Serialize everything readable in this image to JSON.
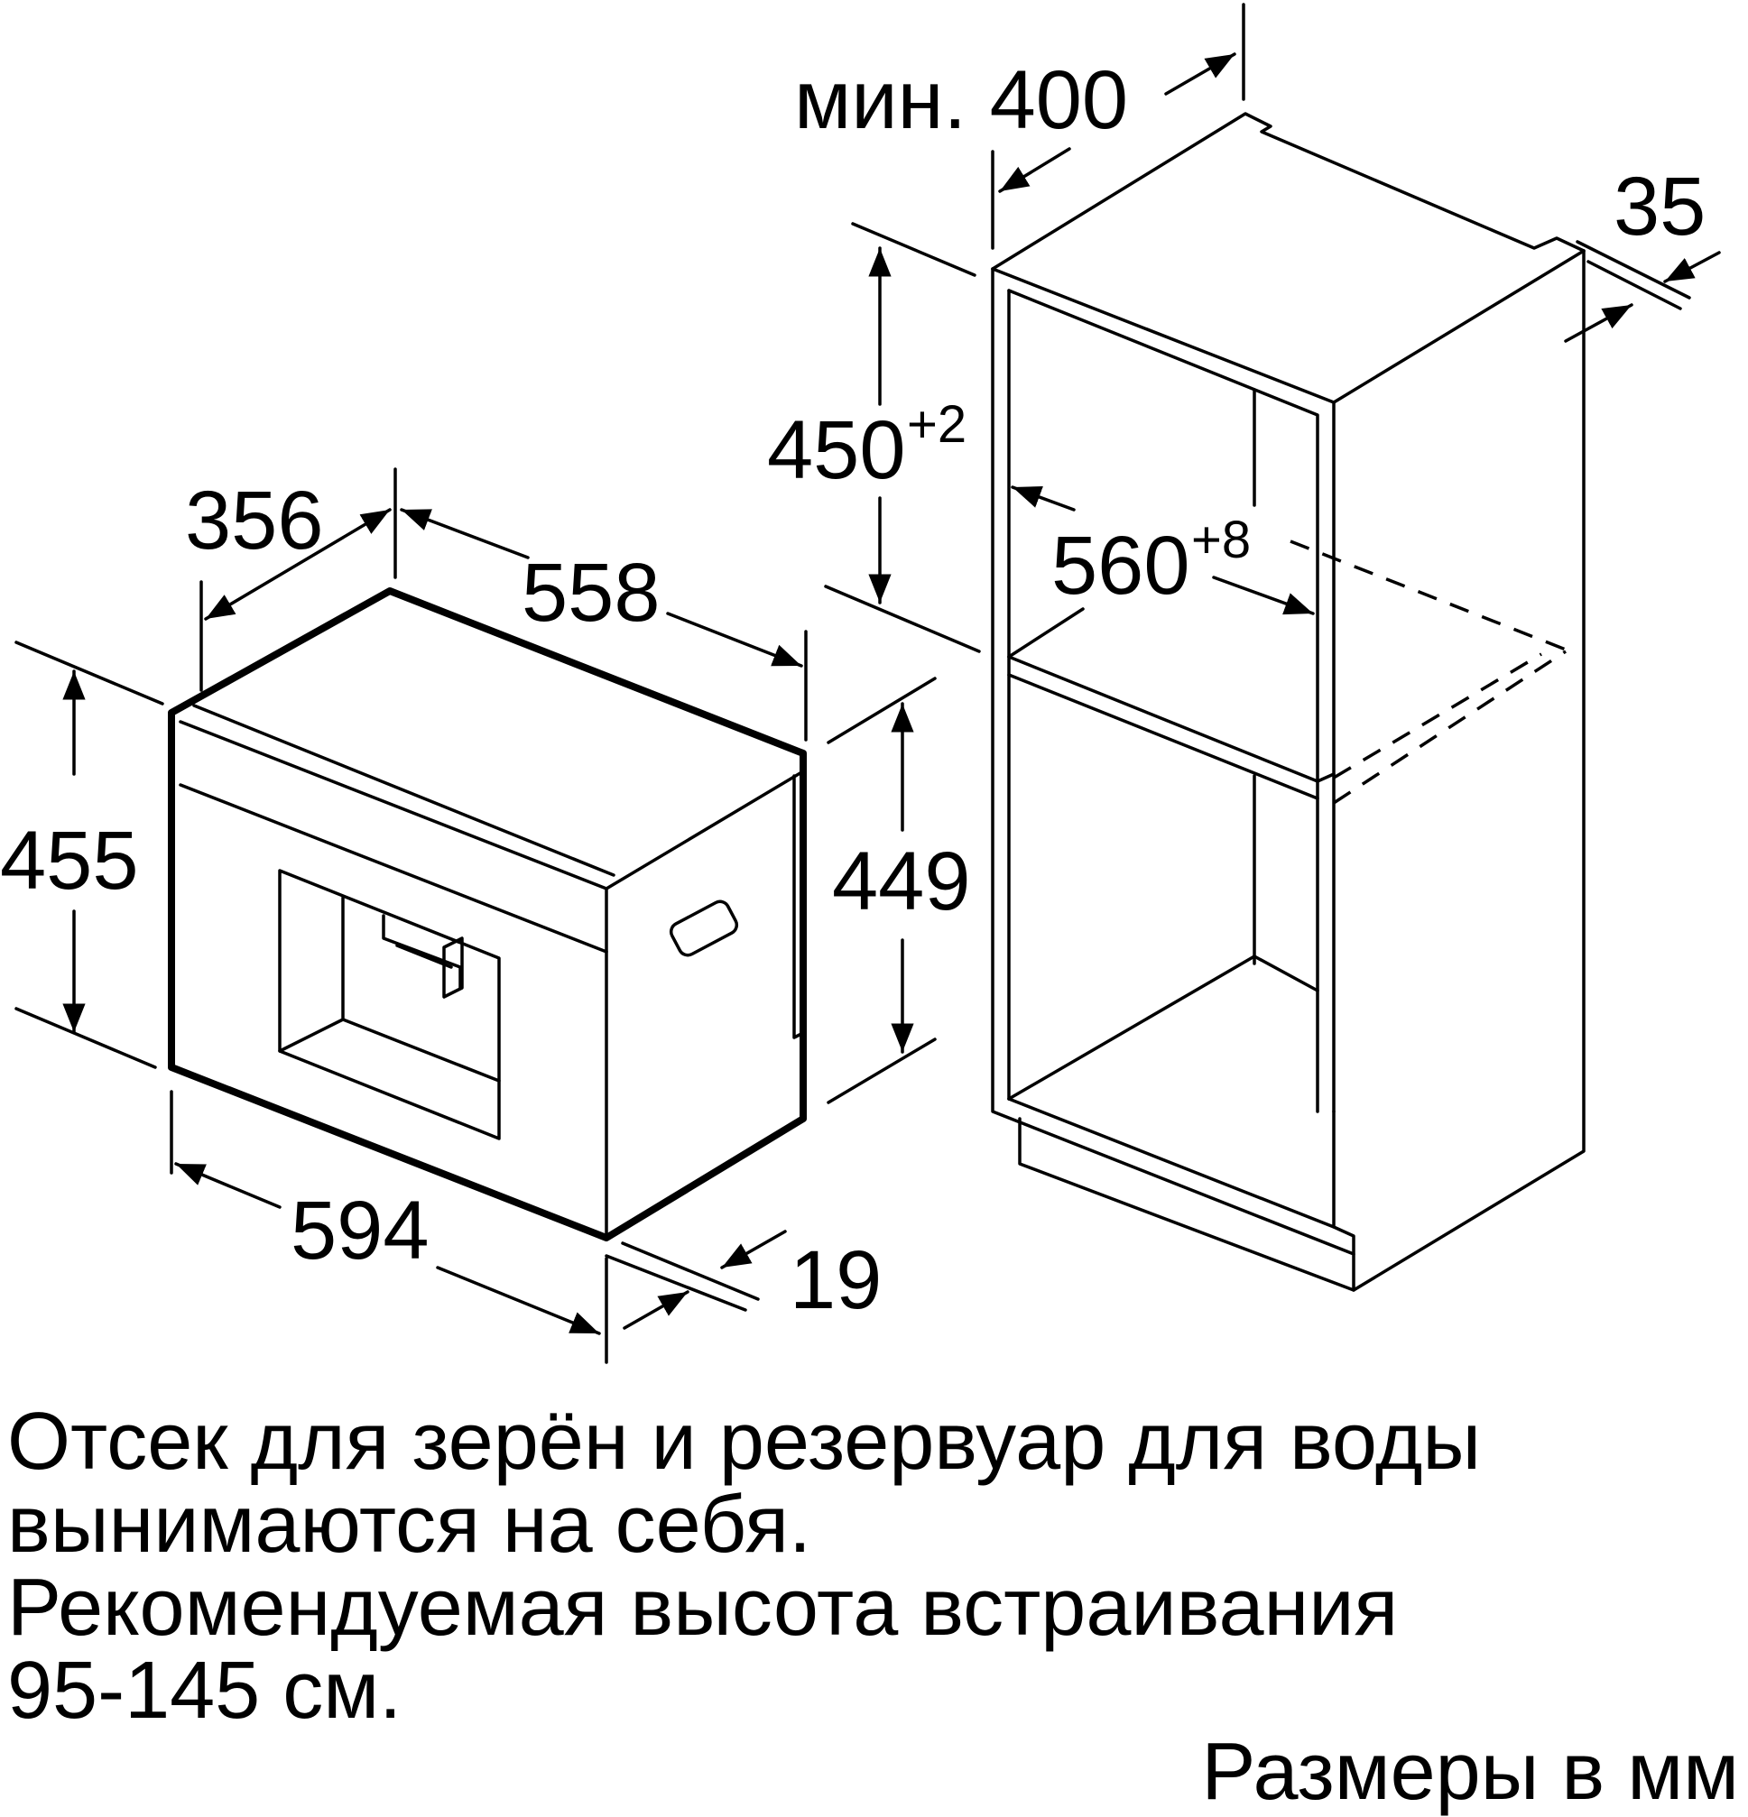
{
  "dimensions": {
    "min400_label": "мин. 400",
    "d35": "35",
    "d450": "450",
    "d450_tol": "+2",
    "d560": "560",
    "d560_tol": "+8",
    "d356": "356",
    "d558": "558",
    "d455": "455",
    "d449": "449",
    "d594": "594",
    "d19": "19"
  },
  "notes": {
    "line1": "Отсек для зерён и резервуар для воды",
    "line2": "вынимаются на себя.",
    "line3": "Рекомендуемая высота встраивания",
    "line4": "95-145 см."
  },
  "units_label": "Размеры в мм"
}
